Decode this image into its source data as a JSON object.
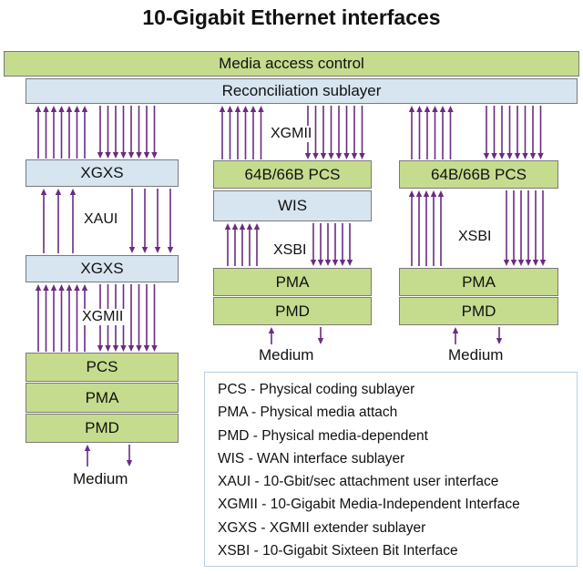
{
  "title": "10-Gigabit Ethernet interfaces",
  "colors": {
    "layer_green": "#c5dc8e",
    "layer_blue": "#d7e5f0",
    "arrow": "#6a2c82",
    "border": "#7a7a7a"
  },
  "mac": "Media access control",
  "reconciliation": "Reconciliation sublayer",
  "left": {
    "xgxs_top": "XGXS",
    "xaui": "XAUI",
    "xgxs_bottom": "XGXS",
    "xgmii": "XGMII",
    "pcs": "PCS",
    "pma": "PMA",
    "pmd": "PMD",
    "medium": "Medium"
  },
  "middle": {
    "xgmii": "XGMII",
    "pcs": "64B/66B PCS",
    "wis": "WIS",
    "xsbi": "XSBI",
    "pma": "PMA",
    "pmd": "PMD",
    "medium": "Medium"
  },
  "right": {
    "pcs": "64B/66B PCS",
    "xsbi": "XSBI",
    "pma": "PMA",
    "pmd": "PMD",
    "medium": "Medium"
  },
  "legend": [
    "PCS - Physical coding sublayer",
    "PMA - Physical media attach",
    "PMD - Physical media-dependent",
    "WIS - WAN interface sublayer",
    "XAUI - 10-Gbit/sec attachment user interface",
    "XGMII - 10-Gigabit Media-Independent Interface",
    "XGXS - XGMII extender sublayer",
    "XSBI - 10-Gigabit Sixteen Bit Interface"
  ]
}
